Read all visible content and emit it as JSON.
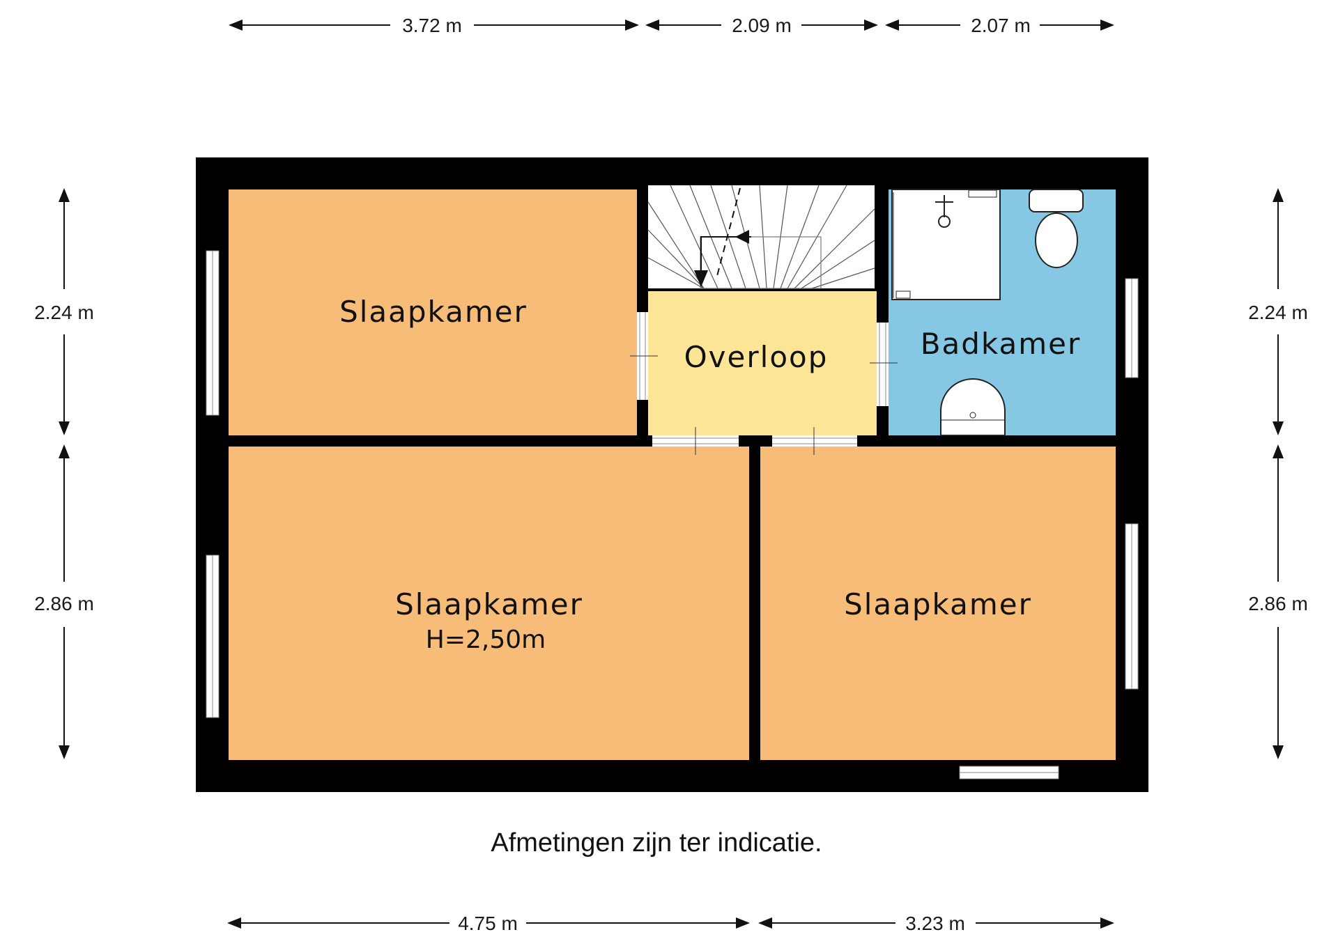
{
  "rooms": {
    "bedroom_top": {
      "label": "Slaapkamer",
      "color": "#f8bc79"
    },
    "landing": {
      "label": "Overloop",
      "color": "#fde598"
    },
    "bathroom": {
      "label": "Badkamer",
      "color": "#86c8e4"
    },
    "bedroom_bottom_left": {
      "label": "Slaapkamer",
      "sublabel": "H=2,50m",
      "color": "#f8bc79"
    },
    "bedroom_bottom_right": {
      "label": "Slaapkamer",
      "color": "#f8bc79"
    },
    "staircase": {
      "label": "",
      "color": "#ffffff"
    }
  },
  "dimensions": {
    "top": [
      "3.72 m",
      "2.09 m",
      "2.07 m"
    ],
    "bottom": [
      "4.75 m",
      "3.23 m"
    ],
    "left": [
      "2.24 m",
      "2.86 m"
    ],
    "right": [
      "2.24 m",
      "2.86 m"
    ]
  },
  "note": "Afmetingen zijn ter indicatie.",
  "colors": {
    "wall": "#000000",
    "window": "#ffffff"
  },
  "icons": [
    "toilet-icon",
    "shower-icon",
    "sink-icon",
    "stairs-icon"
  ]
}
